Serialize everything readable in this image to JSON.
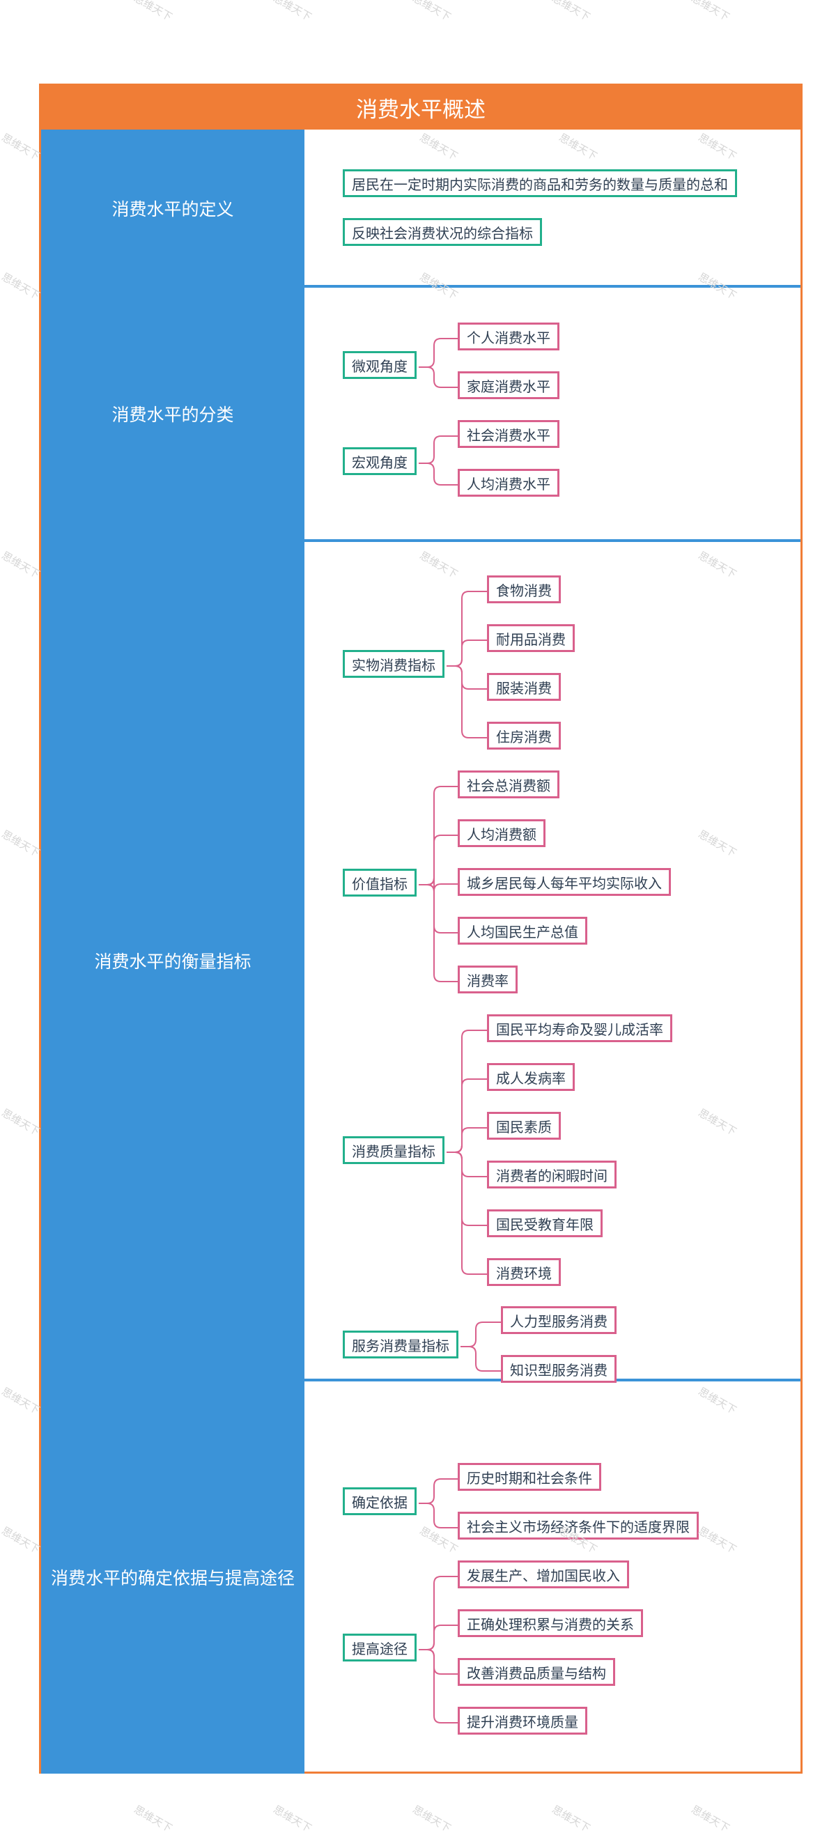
{
  "title": "消费水平概述",
  "watermark": "思维天下",
  "colors": {
    "title_bar": "#f07d36",
    "category_column": "#3b93d8",
    "group_node_border": "#22b08c",
    "leaf_node_border": "#d9608c",
    "connector": "#d9608c"
  },
  "categories": [
    {
      "label": "消费水平的定义",
      "items": [
        "居民在一定时期内实际消费的商品和劳务的数量与质量的总和",
        "反映社会消费状况的综合指标"
      ]
    },
    {
      "label": "消费水平的分类",
      "groups": [
        {
          "label": "微观角度",
          "items": [
            "个人消费水平",
            "家庭消费水平"
          ]
        },
        {
          "label": "宏观角度",
          "items": [
            "社会消费水平",
            "人均消费水平"
          ]
        }
      ]
    },
    {
      "label": "消费水平的衡量指标",
      "groups": [
        {
          "label": "实物消费指标",
          "items": [
            "食物消费",
            "耐用品消费",
            "服装消费",
            "住房消费"
          ]
        },
        {
          "label": "价值指标",
          "items": [
            "社会总消费额",
            "人均消费额",
            "城乡居民每人每年平均实际收入",
            "人均国民生产总值",
            "消费率"
          ]
        },
        {
          "label": "消费质量指标",
          "items": [
            "国民平均寿命及婴儿成活率",
            "成人发病率",
            "国民素质",
            "消费者的闲暇时间",
            "国民受教育年限",
            "消费环境"
          ]
        },
        {
          "label": "服务消费量指标",
          "items": [
            "人力型服务消费",
            "知识型服务消费"
          ]
        }
      ]
    },
    {
      "label": "消费水平的确定依据与提高途径",
      "groups": [
        {
          "label": "确定依据",
          "items": [
            "历史时期和社会条件",
            "社会主义市场经济条件下的适度界限"
          ]
        },
        {
          "label": "提高途径",
          "items": [
            "发展生产、增加国民收入",
            "正确处理积累与消费的关系",
            "改善消费品质量与结构",
            "提升消费环境质量"
          ]
        }
      ]
    }
  ]
}
